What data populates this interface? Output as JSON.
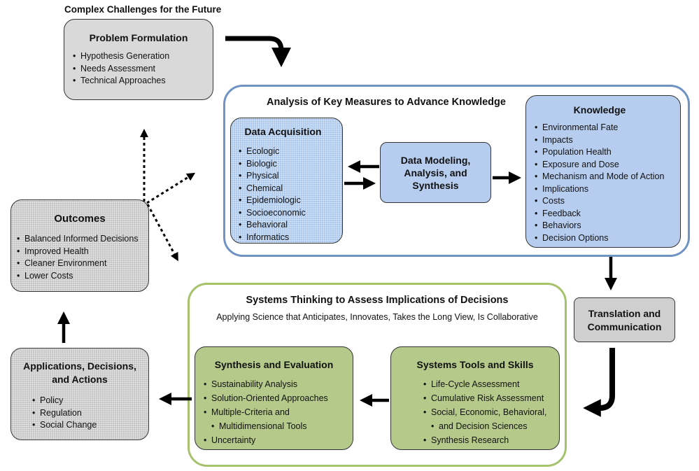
{
  "header": {
    "title": "Complex Challenges for the Future"
  },
  "problem_formulation": {
    "title": "Problem Formulation",
    "items": [
      "Hypothesis Generation",
      "Needs Assessment",
      "Technical Approaches"
    ]
  },
  "analysis": {
    "title": "Analysis of Key Measures to Advance Knowledge",
    "data_acquisition": {
      "title": "Data Acquisition",
      "items": [
        "Ecologic",
        "Biologic",
        "Physical",
        "Chemical",
        "Epidemiologic",
        "Socioeconomic",
        "Behavioral",
        "Informatics"
      ]
    },
    "data_modeling": {
      "title_line1": "Data Modeling,",
      "title_line2": "Analysis, and",
      "title_line3": "Synthesis"
    },
    "knowledge": {
      "title": "Knowledge",
      "items": [
        "Environmental Fate",
        "Impacts",
        "Population Health",
        "Exposure and Dose",
        "Mechanism and Mode of Action",
        "Implications",
        "Costs",
        "Feedback",
        "Behaviors",
        "Decision Options"
      ]
    }
  },
  "outcomes": {
    "title": "Outcomes",
    "items": [
      "Balanced Informed Decisions",
      "Improved Health",
      "Cleaner Environment",
      "Lower Costs"
    ]
  },
  "translation": {
    "line1": "Translation and",
    "line2": "Communication"
  },
  "systems_thinking": {
    "title": "Systems Thinking to Assess Implications of Decisions",
    "subtitle": "Applying Science that Anticipates, Innovates, Takes the Long View, Is Collaborative",
    "synthesis_evaluation": {
      "title": "Synthesis and Evaluation",
      "items": [
        "Sustainability Analysis",
        "Solution-Oriented Approaches",
        "Multiple-Criteria and",
        "Multidimensional Tools",
        "Uncertainty"
      ]
    },
    "tools_skills": {
      "title": "Systems Tools and Skills",
      "items": [
        "Life-Cycle Assessment",
        "Cumulative Risk Assessment",
        "Social, Economic, Behavioral,",
        "and Decision Sciences",
        "Synthesis Research"
      ]
    }
  },
  "applications": {
    "title_line1": "Applications, Decisions,",
    "title_line2": "and Actions",
    "items": [
      "Policy",
      "Regulation",
      "Social Change"
    ]
  }
}
